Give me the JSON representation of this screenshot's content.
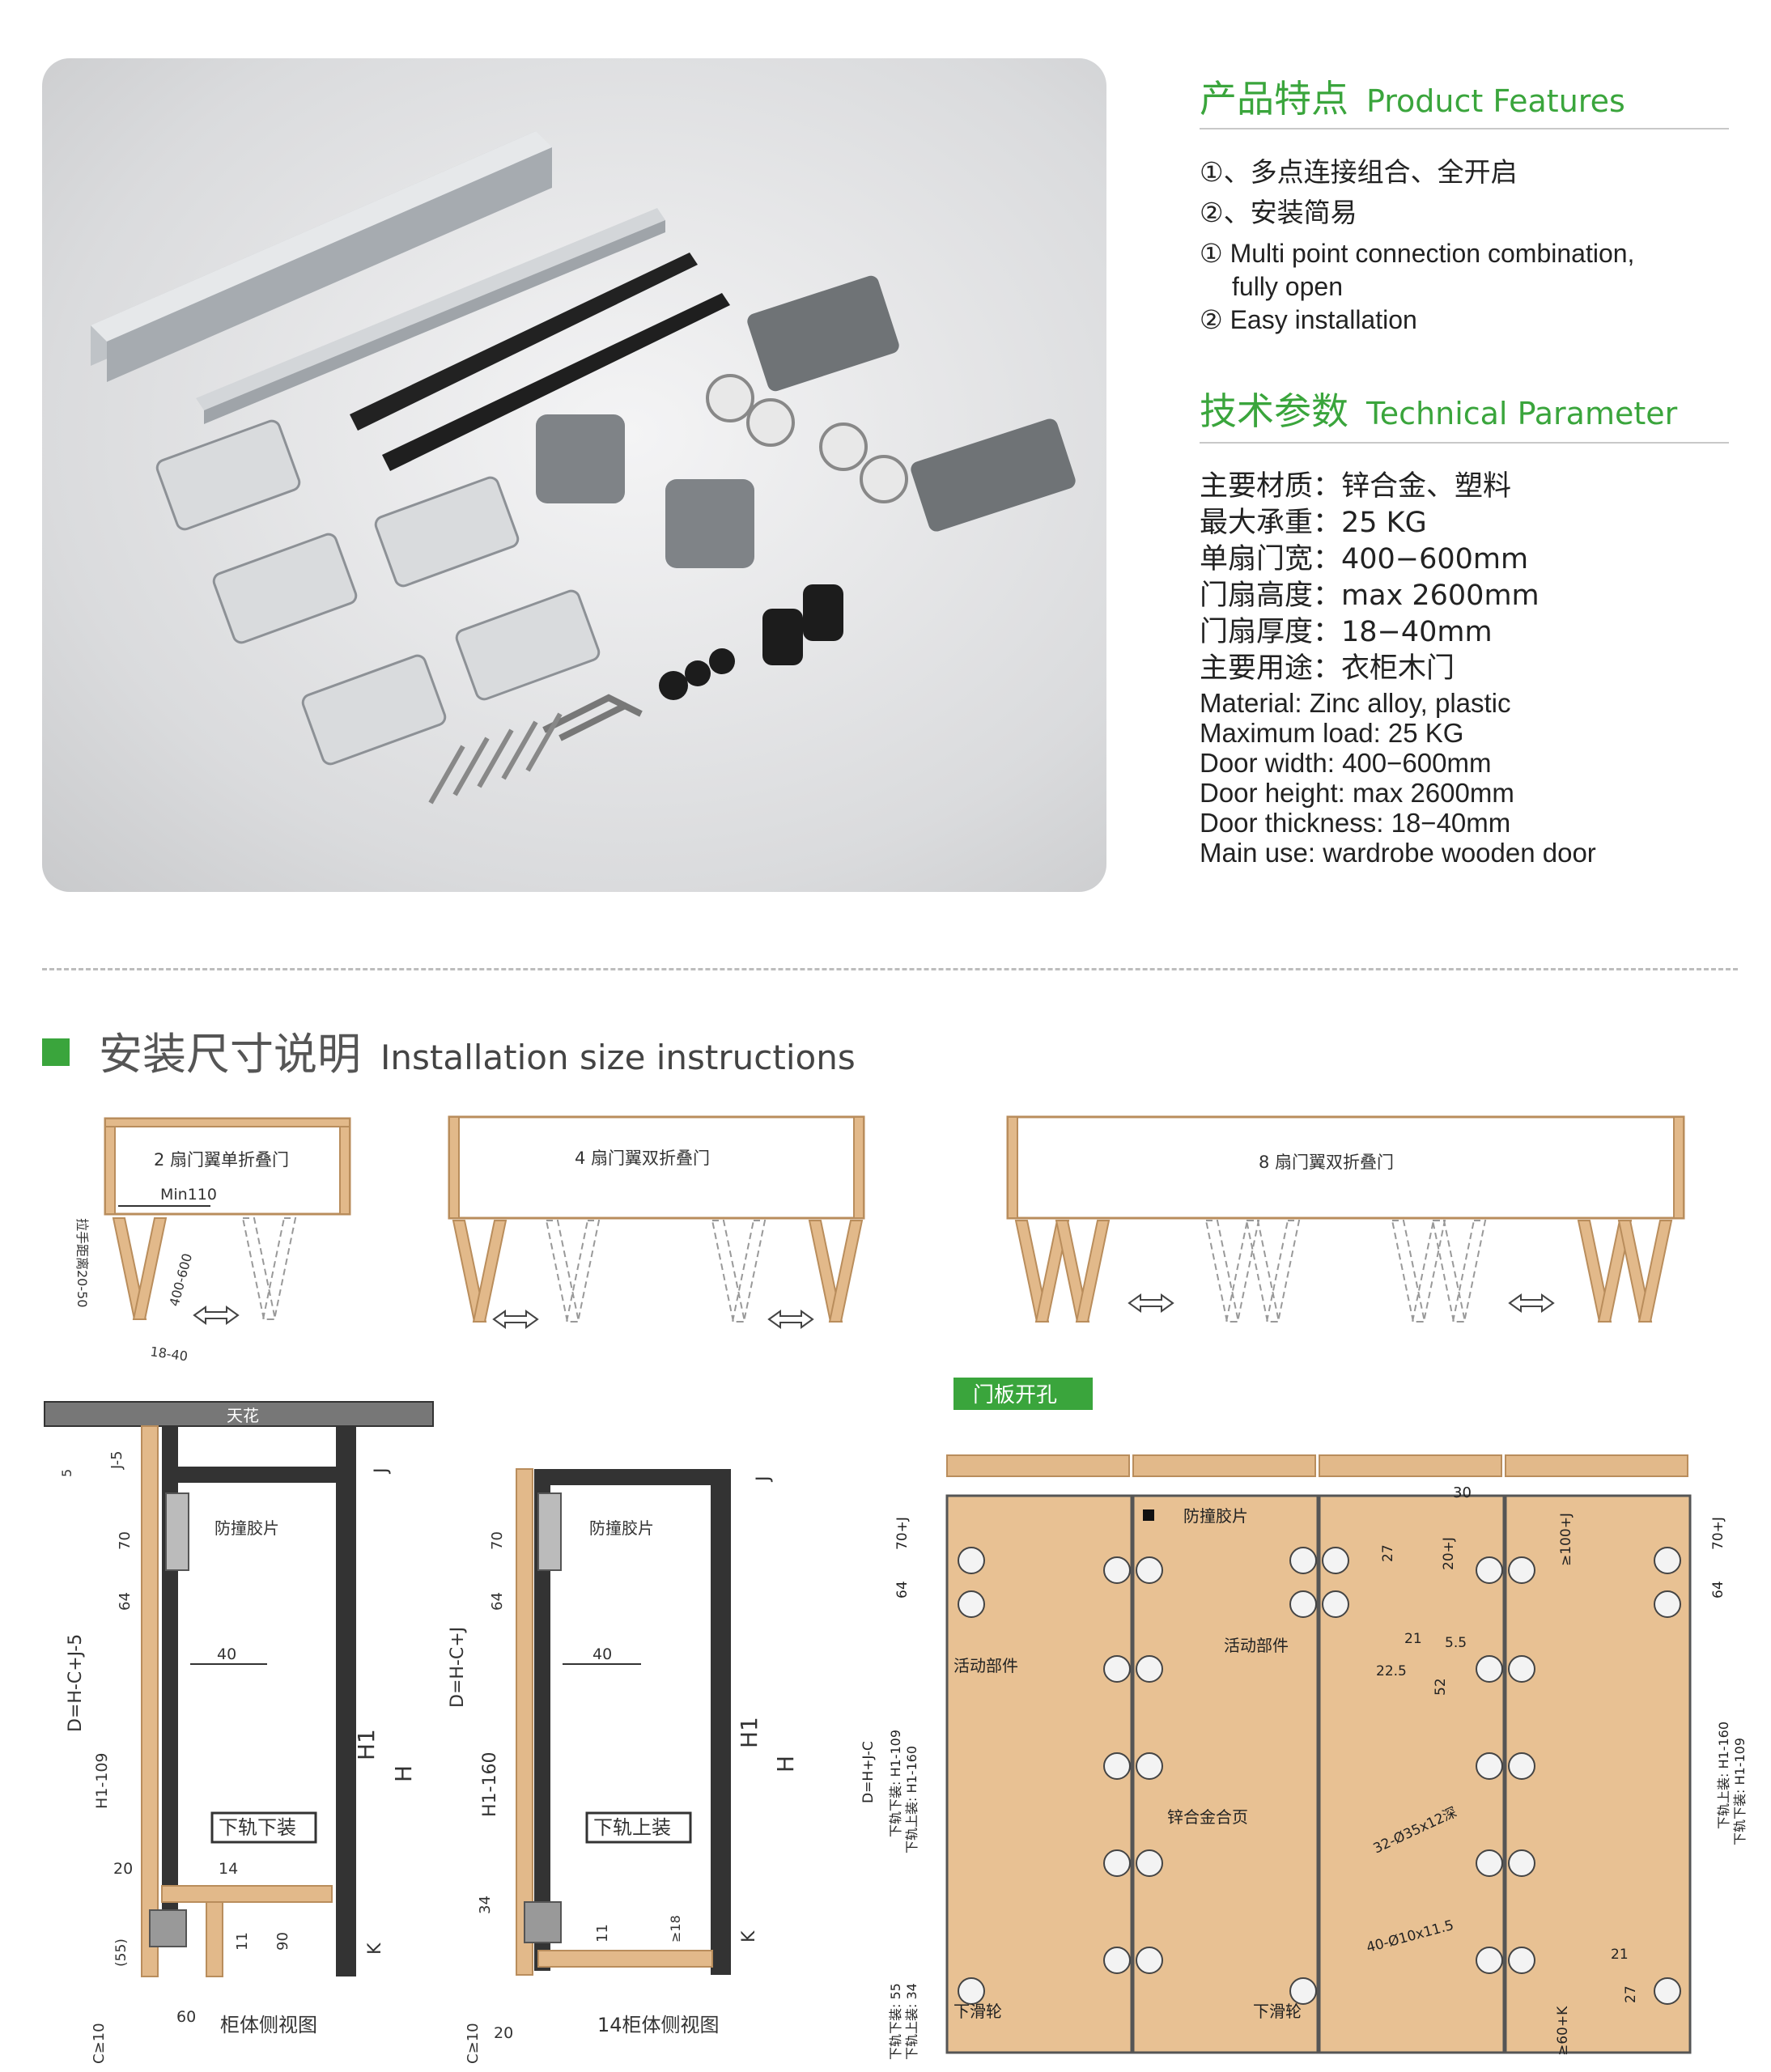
{
  "features": {
    "title_cn": "产品特点",
    "title_en": "Product Features",
    "items_cn": [
      "①、多点连接组合、全开启",
      "②、安装简易"
    ],
    "items_en": [
      "① Multi point connection combination,",
      "fully open",
      "② Easy installation"
    ]
  },
  "technical": {
    "title_cn": "技术参数",
    "title_en": "Technical Parameter",
    "params_cn": [
      "主要材质：锌合金、塑料",
      "最大承重：25 KG",
      "单扇门宽：400−600mm",
      "门扇高度：max 2600mm",
      "门扇厚度：18−40mm",
      "主要用途：衣柜木门"
    ],
    "params_en": [
      "Material: Zinc alloy, plastic",
      "Maximum load: 25 KG",
      "Door width: 400−600mm",
      "Door height: max 2600mm",
      "Door thickness: 18−40mm",
      "Main use: wardrobe wooden door"
    ]
  },
  "installation": {
    "title_cn": "安装尺寸说明",
    "title_en": "Installation size instructions",
    "door_types": [
      "2 扇门翼单折叠门",
      "4 扇门翼双折叠门",
      "8 扇门翼双折叠门"
    ],
    "dims_2door": {
      "min": "Min110",
      "handle": "拉手距离20-50",
      "width": "400-600",
      "thickness": "18-40"
    },
    "side_view_left": {
      "ceiling": "天花",
      "j5": "J-5",
      "five": "5",
      "d": "D=H-C+J-5",
      "seventy": "70",
      "sixtyfour": "64",
      "bumper": "防撞胶片",
      "forty": "40",
      "h1": "H1",
      "h": "H",
      "h1_109": "H1-109",
      "mode": "下轨下装",
      "twenty": "20",
      "fourteen": "14",
      "eleven": "11",
      "ninety": "90",
      "k": "K",
      "fiftyfive": "(55)",
      "c10": "C≥10",
      "sixty": "60",
      "caption": "柜体侧视图",
      "j": "J"
    },
    "side_view_right": {
      "j": "J",
      "d": "D=H-C+J",
      "seventy": "70",
      "sixtyfour": "64",
      "bumper": "防撞胶片",
      "forty": "40",
      "h1": "H1",
      "h": "H",
      "h1_160": "H1-160",
      "mode": "下轨上装",
      "thirtyfour": "34",
      "eleven": "11",
      "ge18": "≥18",
      "k": "K",
      "c10": "C≥10",
      "twenty": "20",
      "caption": "14柜体侧视图"
    },
    "door_panel": {
      "tag": "门板开孔",
      "bumper": "防撞胶片",
      "moving": "活动部件",
      "moving2": "活动部件",
      "hinge": "锌合金合页",
      "roller": "下滑轮",
      "roller2": "下滑轮",
      "d": "D=H+J-C",
      "left_lower": "下轨下装: H1-109",
      "left_upper": "下轨上装: H1-160",
      "left_bottom1": "下轨下装: 55",
      "left_bottom2": "下轨上装: 34",
      "right_lower": "下轨上装: H1-160",
      "right_upper": "下轨下装: H1-109",
      "d70j": "70+J",
      "d64": "64",
      "d30": "30",
      "d27": "27",
      "d21": "21",
      "d225": "22.5",
      "d55": "5.5",
      "d52": "52",
      "d20j": "20+J",
      "d100j": "≥100+J",
      "holes32": "32-Ø35x12深",
      "holes40": "40-Ø10x11.5",
      "d60k": "≥60+K",
      "d27b": "27",
      "d21b": "21"
    }
  },
  "colors": {
    "accent": "#3aa53c",
    "wood": "#e2b98a",
    "wood_edge": "#b98d5c",
    "frame": "#333333"
  }
}
